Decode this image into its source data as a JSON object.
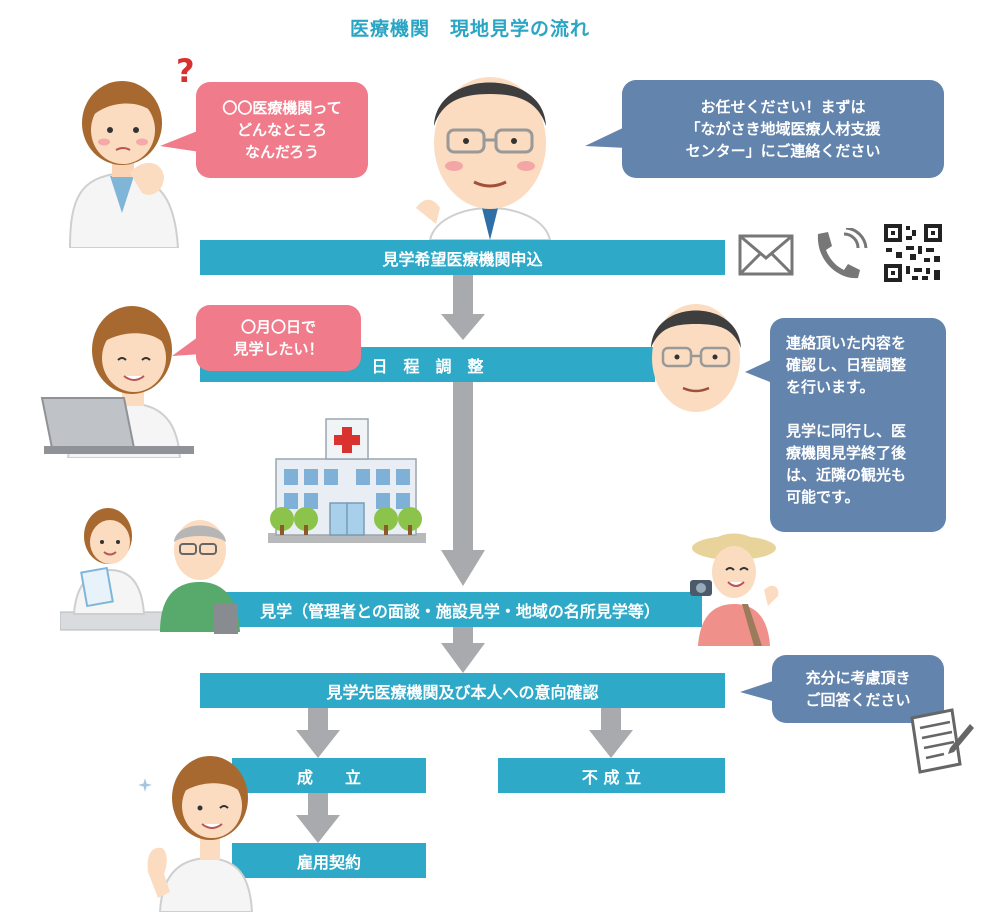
{
  "title": "医療機関　現地見学の流れ",
  "bubbles": {
    "nurse_question": "〇〇医療機関って\nどんなところ\nなんだろう",
    "doctor_intro": "お任せください！まずは\n「ながさき地域医療人材支援\nセンター」にご連絡ください",
    "nurse_schedule": "〇月〇日で\n見学したい！",
    "doctor_schedule": "連絡頂いた内容を\n確認し、日程調整\nを行います。\n\n見学に同行し、医\n療機関見学終了後\nは、近隣の観光も\n可能です。",
    "consider": "充分に考慮頂き\nご回答ください"
  },
  "steps": {
    "apply": "見学希望医療機関申込",
    "schedule": "日　程　調　整",
    "visit": "見学（管理者との面談・施設見学・地域の名所見学等）",
    "confirm": "見学先医療機関及び本人への意向確認",
    "success": "成　　立",
    "fail": "不 成 立",
    "contract": "雇用契約"
  },
  "colors": {
    "bar": "#2ea9c7",
    "title": "#2aa5c4",
    "pink_bubble": "#f07b8a",
    "blue_bubble": "#6384ad",
    "arrow": "#a9aaae"
  },
  "icons": [
    "question-icon",
    "mail-icon",
    "phone-icon",
    "qr-code-icon",
    "hospital-icon",
    "camera-icon",
    "memo-icon",
    "sparkle-icon"
  ]
}
